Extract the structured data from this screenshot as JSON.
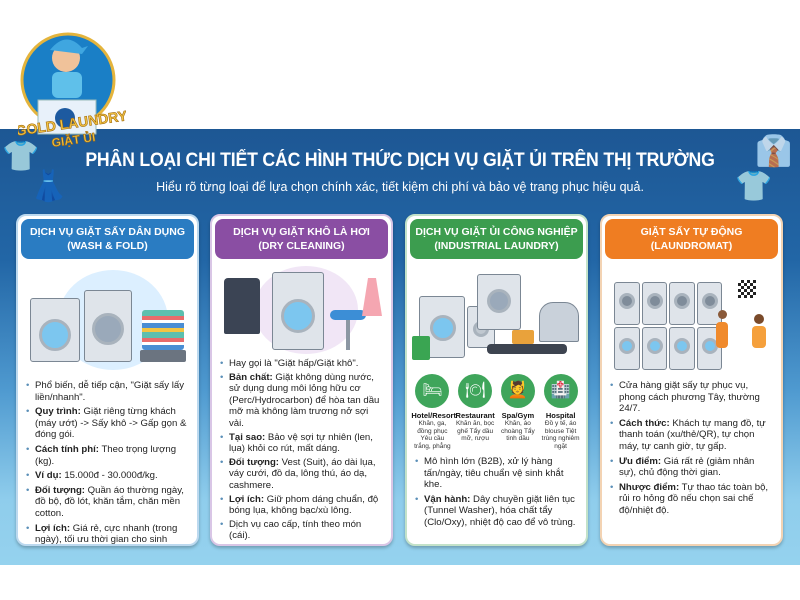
{
  "logo": {
    "text_line1": "GOLD LAUNDRY",
    "text_line2": "GIẶT ỦI"
  },
  "header": {
    "title": "PHÂN LOẠI CHI TIẾT CÁC HÌNH THỨC DỊCH VỤ GIẶT ỦI TRÊN THỊ TRƯỜNG",
    "subtitle": "Hiểu rõ từng loại để lựa chọn chính xác, tiết kiệm chi phí và bảo vệ trang phục hiệu quả."
  },
  "colors": {
    "banner": "#1d5794",
    "wash_fold": "#2a7cc2",
    "dry_cleaning": "#8a4ea3",
    "industrial": "#3c9d4f",
    "laundromat": "#ef7d22"
  },
  "cards": [
    {
      "title": "DỊCH VỤ GIẶT SẤY DÂN DỤNG",
      "subtitle": "(WASH & FOLD)",
      "bullets": [
        {
          "label": "",
          "text": "Phổ biến, dễ tiếp cận, \"Giặt sấy lấy liền/nhanh\"."
        },
        {
          "label": "Quy trình:",
          "text": " Giặt riêng từng khách (máy ướt) -> Sấy khô -> Gấp gọn & đóng gói."
        },
        {
          "label": "Cách tính phí:",
          "text": " Theo trọng lượng (kg)."
        },
        {
          "label": "Ví dụ:",
          "text": " 15.000đ - 30.000đ/kg."
        },
        {
          "label": "Đối tượng:",
          "text": " Quần áo thường ngày, đồ bộ, đồ lót, khăn tắm, chăn mền cotton."
        },
        {
          "label": "Lợi ích:",
          "text": " Giá rẻ, cực nhanh (trong ngày), tối ưu thời gian cho sinh viên, gia đình bận rộn."
        }
      ]
    },
    {
      "title": "DỊCH VỤ GIẶT KHÔ LÀ HƠI",
      "subtitle": "(DRY CLEANING)",
      "bullets": [
        {
          "label": "",
          "text": "Hay gọi là \"Giặt hấp/Giặt khô\"."
        },
        {
          "label": "Bản chất:",
          "text": " Giặt không dùng nước, sử dụng dung môi lỏng hữu cơ (Perc/Hydrocarbon) để hòa tan dầu mỡ mà không làm trương nở sợi vải."
        },
        {
          "label": "Tại sao:",
          "text": " Bảo vệ sợi tự nhiên (len, lụa) khỏi co rút, mất dáng."
        },
        {
          "label": "Đối tượng:",
          "text": " Vest (Suit), áo dài lụa, váy cưới, đồ da, lông thú, áo dạ, cashmere."
        },
        {
          "label": "Lợi ích:",
          "text": " Giữ phom dáng chuẩn, độ bóng lụa, không bạc/xù lông."
        },
        {
          "label": "",
          "text": "Dịch vụ cao cấp, tính theo món (cái)."
        }
      ]
    },
    {
      "title": "DỊCH VỤ GIẶT ỦI CÔNG NGHIỆP",
      "subtitle": "(INDUSTRIAL LAUNDRY)",
      "clients": [
        {
          "name": "Hotel/Resort",
          "icon": "bed-icon",
          "detail": "Khăn, ga, đồng phục Yêu cầu trắng, phẳng"
        },
        {
          "name": "Restaurant",
          "icon": "dining-table-icon",
          "detail": "Khăn ăn, bọc ghế Tẩy dầu mỡ, rượu"
        },
        {
          "name": "Spa/Gym",
          "icon": "massage-icon",
          "detail": "Khăn, áo choàng Tẩy tinh dầu"
        },
        {
          "name": "Hospital",
          "icon": "hospital-icon",
          "detail": "Đồ y tế, áo blouse Tiệt trùng nghiêm ngặt"
        }
      ],
      "bullets": [
        {
          "label": "",
          "text": "Mô hình lớn (B2B), xử lý hàng tấn/ngày, tiêu chuẩn vệ sinh khắt khe."
        },
        {
          "label": "Vận hành:",
          "text": " Dây chuyền giặt liên tục (Tunnel Washer), hóa chất tẩy (Clo/Oxy), nhiệt độ cao để vô trùng."
        }
      ]
    },
    {
      "title": "GIẶT SẤY TỰ ĐỘNG",
      "subtitle": "(LAUNDROMAT)",
      "bullets": [
        {
          "label": "",
          "text": "Cửa hàng giặt sấy tự phục vụ, phong cách phương Tây, thường 24/7."
        },
        {
          "label": "Cách thức:",
          "text": " Khách tự mang đồ, tự thanh toán (xu/thẻ/QR), tự chọn máy, tự canh giờ, tự gấp."
        },
        {
          "label": "Ưu điểm:",
          "text": " Giá rất rẻ (giảm nhân sự), chủ động thời gian."
        },
        {
          "label": "Nhược điểm:",
          "text": " Tự thao tác toàn bộ, rủi ro hỏng đồ nếu chọn sai chế độ/nhiệt độ."
        }
      ]
    }
  ]
}
